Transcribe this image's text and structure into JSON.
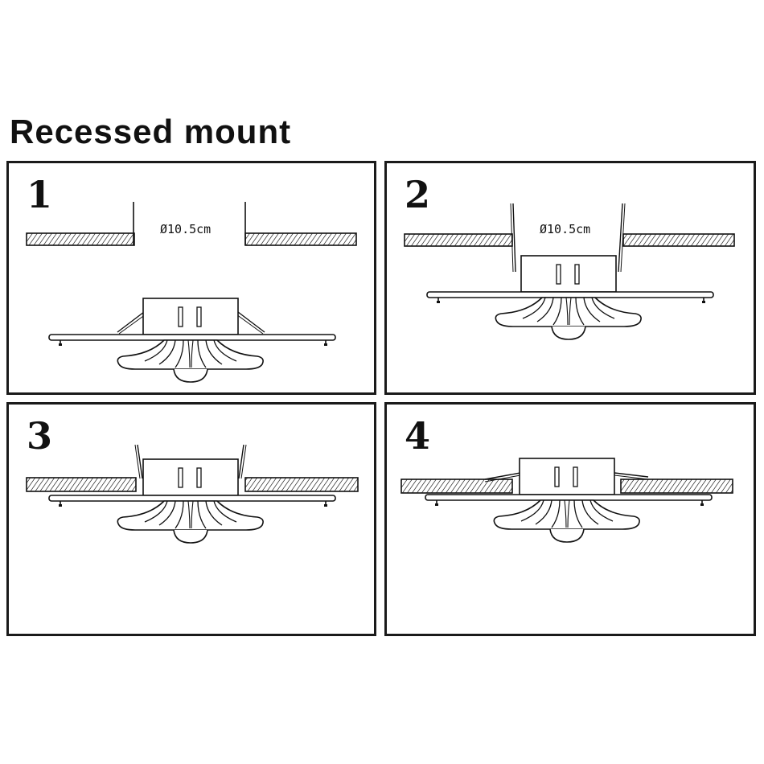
{
  "title": "Recessed mount",
  "colors": {
    "line": "#1a1a1a",
    "background": "#ffffff"
  },
  "steps": [
    {
      "number": "1",
      "dimension": "Ø10.5cm"
    },
    {
      "number": "2",
      "dimension": "Ø10.5cm"
    },
    {
      "number": "3"
    },
    {
      "number": "4"
    }
  ]
}
